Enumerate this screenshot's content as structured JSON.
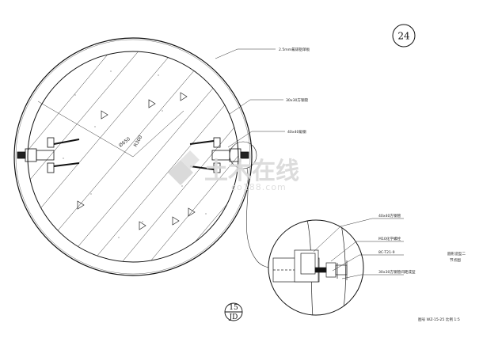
{
  "sheet_number": "24",
  "annotations": {
    "outer_ring": "2.5mm氟碳铝单板",
    "square_tube": "30x30方钢管",
    "angle_steel": "40x40角钢",
    "detail_square_tube": "40x40方钢管",
    "detail_anchor": "M10化学螺栓",
    "detail_embed": "8C-T21-9",
    "detail_bottom": "30x30方钢管间距成型"
  },
  "dimensions": {
    "diameter": "Ø650",
    "radius": "R300"
  },
  "detail_index": {
    "top": "15",
    "bottom": "JD"
  },
  "side_title": {
    "line1": "圆形造型二",
    "line2": "节点图"
  },
  "scale_note": "图号 WZ-15-25 比例 1:5",
  "watermark": {
    "text": "土木在线",
    "url": "co188.com"
  }
}
